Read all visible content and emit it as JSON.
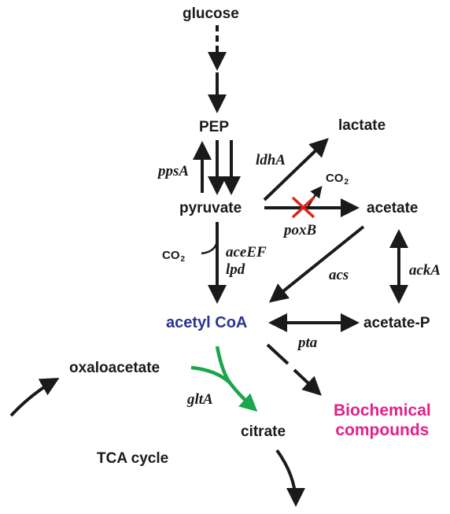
{
  "metabolites": {
    "glucose": "glucose",
    "pep": "PEP",
    "lactate": "lactate",
    "pyruvate": "pyruvate",
    "acetate": "acetate",
    "acetyl_coa": "acetyl CoA",
    "acetate_p": "acetate-P",
    "oxaloacetate": "oxaloacetate",
    "citrate": "citrate",
    "biochemical_line1": "Biochemical",
    "biochemical_line2": "compounds",
    "tca_cycle": "TCA cycle"
  },
  "co2": {
    "base": "CO",
    "subscript": "2"
  },
  "enzymes": {
    "ppsA": "ppsA",
    "ldhA": "ldhA",
    "poxB": "poxB",
    "aceEF": "aceEF",
    "lpd": "lpd",
    "acs": "acs",
    "ackA": "ackA",
    "pta": "pta",
    "gltA": "gltA"
  },
  "colors": {
    "arrow": "#1a1a1a",
    "acetyl_coa": "#2b3590",
    "biochemical_compounds": "#e0218a",
    "gltA_arrow": "#1aa64a",
    "deleted_mark": "#e02020"
  }
}
